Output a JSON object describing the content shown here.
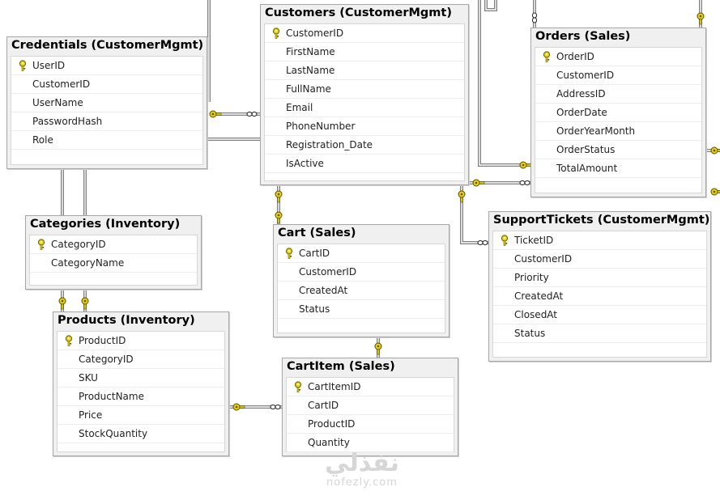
{
  "tables": [
    {
      "id": "customers",
      "title": "Customers (CustomerMgmt)",
      "columns": [
        {
          "name": "CustomerID",
          "pk": true
        },
        {
          "name": "FirstName"
        },
        {
          "name": "LastName"
        },
        {
          "name": "FullName"
        },
        {
          "name": "Email"
        },
        {
          "name": "PhoneNumber"
        },
        {
          "name": "Registration_Date"
        },
        {
          "name": "IsActive"
        }
      ]
    },
    {
      "id": "credentials",
      "title": "Credentials (CustomerMgmt)",
      "columns": [
        {
          "name": "UserID",
          "pk": true
        },
        {
          "name": "CustomerID"
        },
        {
          "name": "UserName"
        },
        {
          "name": "PasswordHash"
        },
        {
          "name": "Role"
        }
      ]
    },
    {
      "id": "orders",
      "title": "Orders (Sales)",
      "columns": [
        {
          "name": "OrderID",
          "pk": true
        },
        {
          "name": "CustomerID"
        },
        {
          "name": "AddressID"
        },
        {
          "name": "OrderDate"
        },
        {
          "name": "OrderYearMonth"
        },
        {
          "name": "OrderStatus"
        },
        {
          "name": "TotalAmount"
        }
      ]
    },
    {
      "id": "categories",
      "title": "Categories (Inventory)",
      "columns": [
        {
          "name": "CategoryID",
          "pk": true
        },
        {
          "name": "CategoryName"
        }
      ]
    },
    {
      "id": "cart",
      "title": "Cart (Sales)",
      "columns": [
        {
          "name": "CartID",
          "pk": true
        },
        {
          "name": "CustomerID"
        },
        {
          "name": "CreatedAt"
        },
        {
          "name": "Status"
        }
      ]
    },
    {
      "id": "supporttickets",
      "title": "SupportTickets (CustomerMgmt)",
      "columns": [
        {
          "name": "TicketID",
          "pk": true
        },
        {
          "name": "CustomerID"
        },
        {
          "name": "Priority"
        },
        {
          "name": "CreatedAt"
        },
        {
          "name": "ClosedAt"
        },
        {
          "name": "Status"
        }
      ]
    },
    {
      "id": "products",
      "title": "Products (Inventory)",
      "columns": [
        {
          "name": "ProductID",
          "pk": true
        },
        {
          "name": "CategoryID"
        },
        {
          "name": "SKU"
        },
        {
          "name": "ProductName"
        },
        {
          "name": "Price"
        },
        {
          "name": "StockQuantity"
        }
      ]
    },
    {
      "id": "cartitem",
      "title": "CartItem (Sales)",
      "columns": [
        {
          "name": "CartItemID",
          "pk": true
        },
        {
          "name": "CartID"
        },
        {
          "name": "ProductID"
        },
        {
          "name": "Quantity"
        }
      ]
    }
  ],
  "relationships": [
    {
      "from": "customers",
      "to": "credentials"
    },
    {
      "from": "customers",
      "to": "orders"
    },
    {
      "from": "customers",
      "to": "cart"
    },
    {
      "from": "customers",
      "to": "supporttickets"
    },
    {
      "from": "categories",
      "to": "products"
    },
    {
      "from": "cart",
      "to": "cartitem"
    },
    {
      "from": "products",
      "to": "cartitem"
    }
  ],
  "colors": {
    "key_icon": "#e8d200",
    "connector": "#808080",
    "title_bar": "#f0f0f0",
    "border": "#a6a6a6"
  },
  "icons": {
    "primary_key": "key-icon",
    "one_end": "key-connector-icon",
    "many_end": "infinity-icon"
  },
  "watermark": {
    "arabic": "نفذلي",
    "latin": "nofezly.com"
  }
}
